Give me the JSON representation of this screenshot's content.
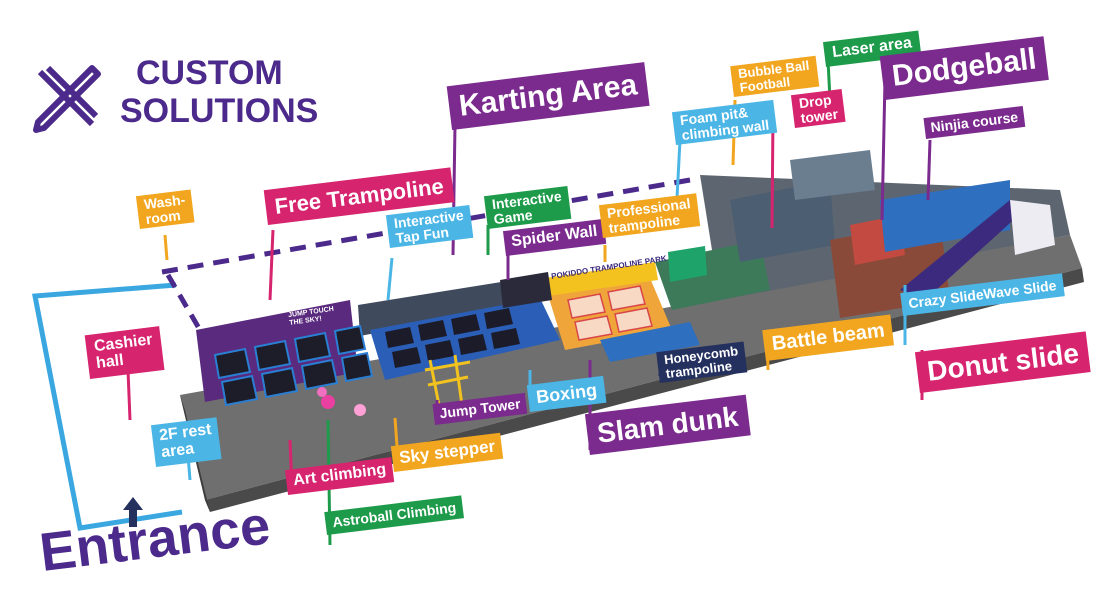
{
  "title": {
    "line1": "CUSTOM",
    "line2": "SOLUTIONS",
    "color": "#4b2a8c",
    "icon": "pencil-ruler-icon"
  },
  "entrance": {
    "label": "Entrance",
    "color": "#4b2a8c",
    "arrow_icon": "arrow-up-icon"
  },
  "park_sign": "POKIDDO TRAMPOLINE PARK",
  "jump_sign": "JUMP TOUCH THE SKY!",
  "colors": {
    "purple": "#7b2a8e",
    "pink": "#d6246e",
    "orange": "#f2a61f",
    "blue": "#4bb6e6",
    "green": "#1e9b4a",
    "navy": "#24305e",
    "dark_purple": "#4b2a8c"
  },
  "labels": {
    "washroom": [
      "Wash-",
      "room"
    ],
    "free_trampoline": "Free Trampoline",
    "karting_area": "Karting Area",
    "interactive_tap_fun": [
      "Interactive",
      "Tap Fun"
    ],
    "interactive_game": [
      "Interactive",
      "Game"
    ],
    "spider_wall": "Spider Wall",
    "professional_trampoline": [
      "Professional",
      "trampoline"
    ],
    "foam_pit": [
      "Foam pit&",
      "climbing wall"
    ],
    "bubble_ball": [
      "Bubble Ball",
      "Football"
    ],
    "laser_area": "Laser area",
    "drop_tower": [
      "Drop",
      "tower"
    ],
    "dodgeball": "Dodgeball",
    "ninjia_course": "Ninjia course",
    "cashier_hall": [
      "Cashier",
      "hall"
    ],
    "rest_area": [
      "2F rest",
      "area"
    ],
    "art_climbing": "Art climbing",
    "astroball_climbing": "Astroball Climbing",
    "sky_stepper": "Sky stepper",
    "jump_tower": "Jump Tower",
    "boxing": "Boxing",
    "slam_dunk": "Slam dunk",
    "honeycomb": [
      "Honeycomb",
      "trampoline"
    ],
    "battle_beam": "Battle beam",
    "crazy_slidewave": "Crazy SlideWave Slide",
    "donut_slide": "Donut slide"
  }
}
